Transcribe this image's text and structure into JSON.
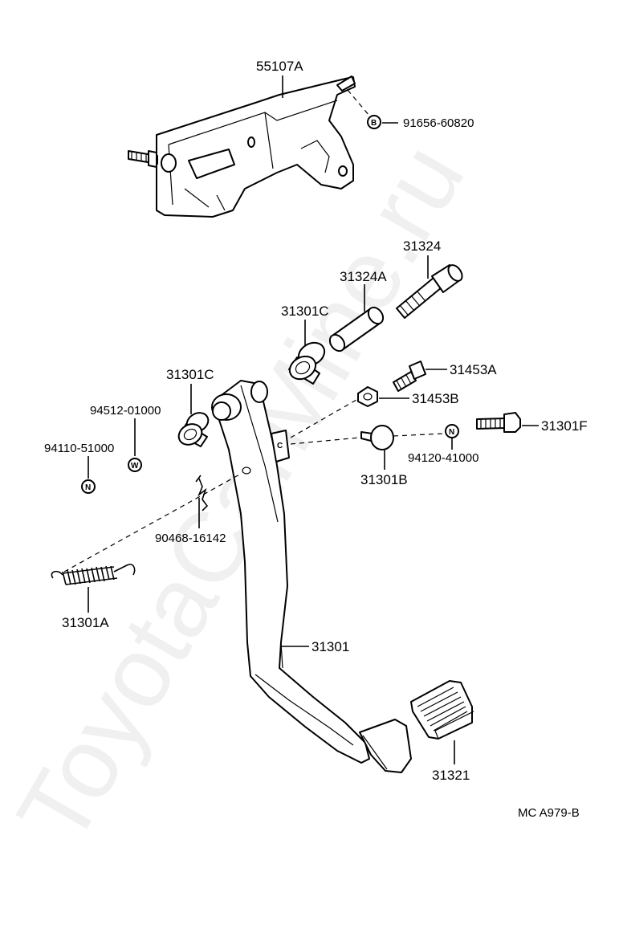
{
  "watermark": "ToyotaCarMine.ru",
  "diagram_code": "MC A979-B",
  "parts": {
    "bracket": "55107A",
    "bracket_nut": "91656-60820",
    "bolt": "31324",
    "collar": "31324A",
    "bushing_right": "31301C",
    "bushing_left": "31301C",
    "stopper_screw": "31453A",
    "stopper_nut": "31453B",
    "stopper_bolt": "31301F",
    "stopper_cushion": "31301B",
    "washer": "94512-01000",
    "nut_left": "94110-51000",
    "nut_right": "94120-41000",
    "clip": "90468-16142",
    "spring": "31301A",
    "pedal_lever": "31301",
    "pedal_pad": "31321"
  },
  "markers": {
    "bolt_marker": "B",
    "washer_marker": "W",
    "nut_marker": "N",
    "clip_marker": "C"
  }
}
